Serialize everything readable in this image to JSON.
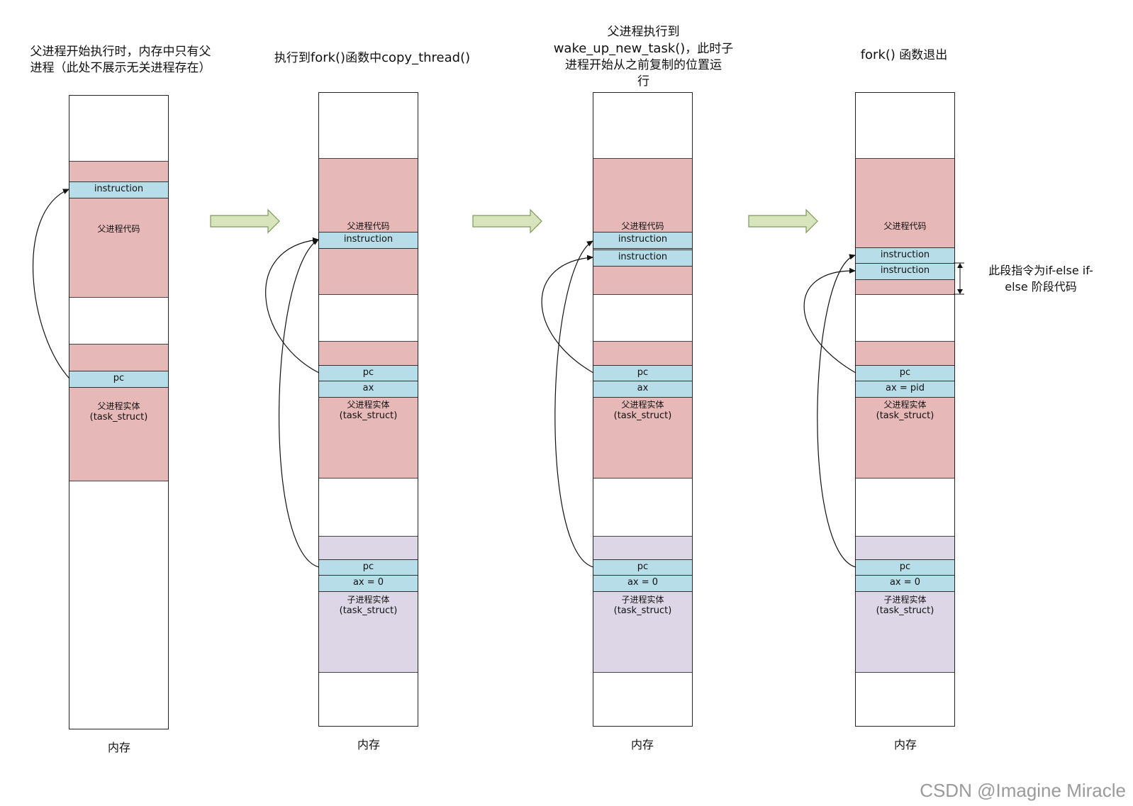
{
  "captions": {
    "c1_line1": "父进程开始执行时，内存中只有父",
    "c1_line2": "进程（此处不展示无关进程存在）",
    "c2_pre": "执行到",
    "c2_fork": "fork()",
    "c2_mid": "函数中",
    "c2_ct": "copy_thread()",
    "c3_line1": "父进程执行到",
    "c3_wake": "wake_up_new_task()",
    "c3_after": "，此时子",
    "c3_line3": "进程开始从之前复制的位置运",
    "c3_line4": "行",
    "c4_fork": "fork()",
    "c4_rest": " 函数退出"
  },
  "labels": {
    "instruction": "instruction",
    "parent_code": "父进程代码",
    "pc": "pc",
    "ax": "ax",
    "ax_zero": "ax = 0",
    "ax_pid": "ax = pid",
    "parent_entity": "父进程实体",
    "child_entity": "子进程实体",
    "task_struct": "(task_struct)",
    "memory": "内存"
  },
  "note": {
    "prefix": "此段指令为",
    "code1": "if-else if-",
    "code2": "else",
    "suffix": " 阶段代码"
  },
  "colors": {
    "code_segment": "#e6b8b7",
    "register_cell": "#b7dde8",
    "child_segment": "#dcd6e6",
    "arrow_fill": "#d8e4bc"
  },
  "watermark": "CSDN @Imagine Miracle"
}
